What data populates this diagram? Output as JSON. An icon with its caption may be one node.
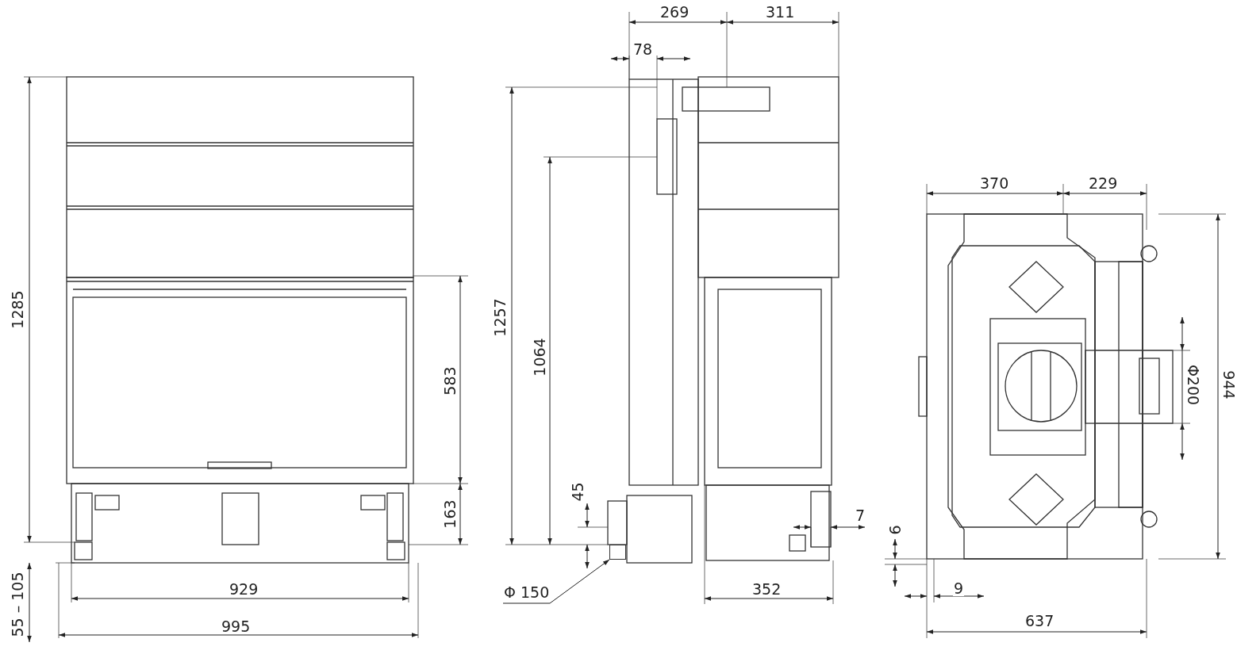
{
  "diagram": {
    "nodes": [
      {
        "text": [
          "Φ 150"
        ]
      },
      {
        "text": [],
        "shape": "box"
      }
    ],
    "edges": [
      {
        "from": 0,
        "to": 1,
        "arrow": "to"
      }
    ],
    "labels": [
      "1285",
      "583",
      "163",
      "55 – 105",
      "929",
      "995",
      "269",
      "311",
      "78",
      "1257",
      "1064",
      "45",
      "7",
      "352",
      "370",
      "229",
      "Φ200",
      "944",
      "6",
      "9",
      "637"
    ]
  }
}
